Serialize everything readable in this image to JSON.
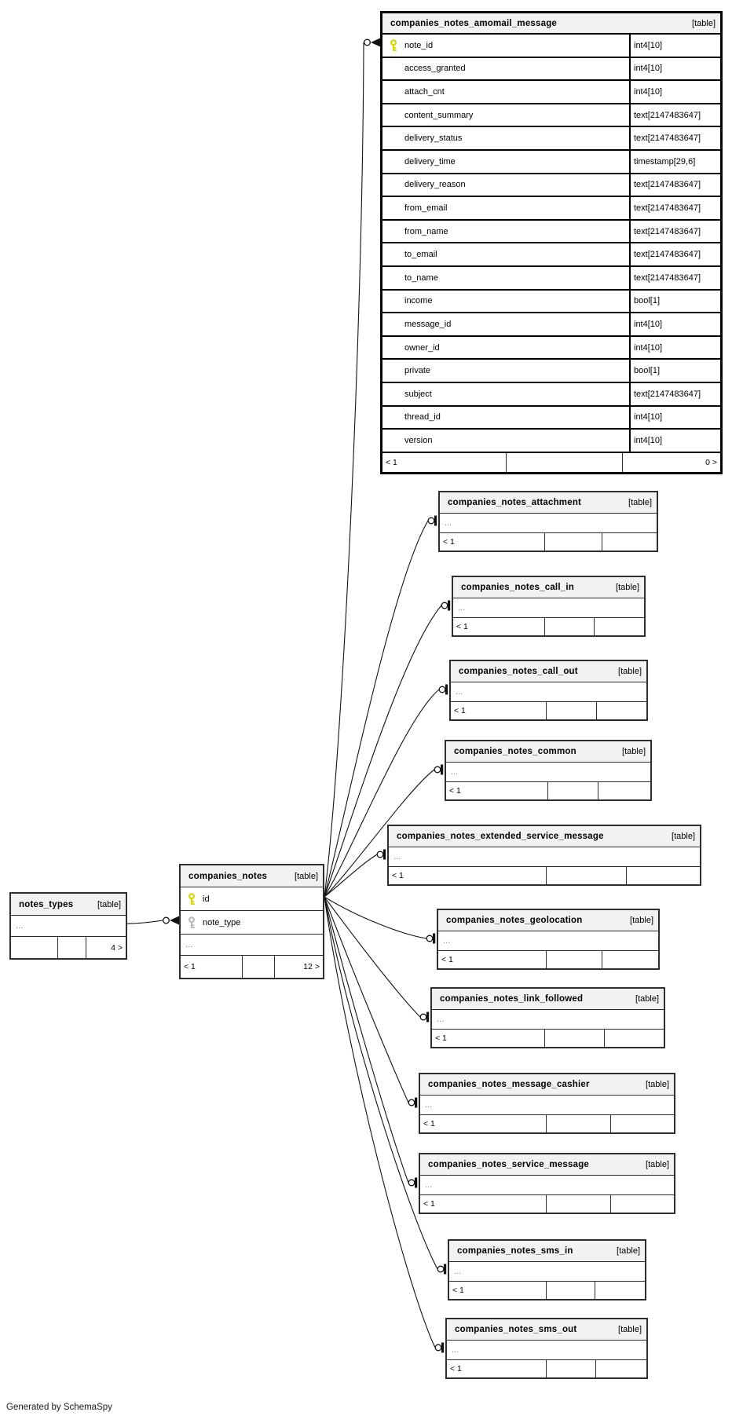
{
  "app": {
    "footer_note": "Generated by SchemaSpy"
  },
  "colors": {
    "primary_key": "#d6d600",
    "secondary_key": "#b8b8b8",
    "header_bg": "#f2f2f2",
    "border": "#000000"
  },
  "tables": [
    {
      "name": "companies_notes_amomail_message",
      "badge": "[table]",
      "columns": [
        {
          "name": "note_id",
          "type": "int4[10]",
          "icon": "primary-key"
        },
        {
          "name": "access_granted",
          "type": "int4[10]"
        },
        {
          "name": "attach_cnt",
          "type": "int4[10]"
        },
        {
          "name": "content_summary",
          "type": "text[2147483647]"
        },
        {
          "name": "delivery_status",
          "type": "text[2147483647]"
        },
        {
          "name": "delivery_time",
          "type": "timestamp[29,6]"
        },
        {
          "name": "delivery_reason",
          "type": "text[2147483647]"
        },
        {
          "name": "from_email",
          "type": "text[2147483647]"
        },
        {
          "name": "from_name",
          "type": "text[2147483647]"
        },
        {
          "name": "to_email",
          "type": "text[2147483647]"
        },
        {
          "name": "to_name",
          "type": "text[2147483647]"
        },
        {
          "name": "income",
          "type": "bool[1]"
        },
        {
          "name": "message_id",
          "type": "int4[10]"
        },
        {
          "name": "owner_id",
          "type": "int4[10]"
        },
        {
          "name": "private",
          "type": "bool[1]"
        },
        {
          "name": "subject",
          "type": "text[2147483647]"
        },
        {
          "name": "thread_id",
          "type": "int4[10]"
        },
        {
          "name": "version",
          "type": "int4[10]"
        }
      ],
      "footer": {
        "left": "< 1",
        "mid": "",
        "right": "0 >"
      }
    },
    {
      "name": "companies_notes_attachment",
      "badge": "[table]",
      "dots": "...",
      "footer": {
        "left": "< 1",
        "mid": "",
        "right": ""
      }
    },
    {
      "name": "companies_notes_call_in",
      "badge": "[table]",
      "dots": "...",
      "footer": {
        "left": "< 1",
        "mid": "",
        "right": ""
      }
    },
    {
      "name": "companies_notes_call_out",
      "badge": "[table]",
      "dots": "...",
      "footer": {
        "left": "< 1",
        "mid": "",
        "right": ""
      }
    },
    {
      "name": "companies_notes_common",
      "badge": "[table]",
      "dots": "...",
      "footer": {
        "left": "< 1",
        "mid": "",
        "right": ""
      }
    },
    {
      "name": "companies_notes_extended_service_message",
      "badge": "[table]",
      "dots": "...",
      "footer": {
        "left": "< 1",
        "mid": "",
        "right": ""
      }
    },
    {
      "name": "companies_notes_geolocation",
      "badge": "[table]",
      "dots": "...",
      "footer": {
        "left": "< 1",
        "mid": "",
        "right": ""
      }
    },
    {
      "name": "companies_notes_link_followed",
      "badge": "[table]",
      "dots": "...",
      "footer": {
        "left": "< 1",
        "mid": "",
        "right": ""
      }
    },
    {
      "name": "companies_notes_message_cashier",
      "badge": "[table]",
      "dots": "...",
      "footer": {
        "left": "< 1",
        "mid": "",
        "right": ""
      }
    },
    {
      "name": "companies_notes_service_message",
      "badge": "[table]",
      "dots": "...",
      "footer": {
        "left": "< 1",
        "mid": "",
        "right": ""
      }
    },
    {
      "name": "companies_notes_sms_in",
      "badge": "[table]",
      "dots": "...",
      "footer": {
        "left": "< 1",
        "mid": "",
        "right": ""
      }
    },
    {
      "name": "companies_notes_sms_out",
      "badge": "[table]",
      "dots": "...",
      "footer": {
        "left": "< 1",
        "mid": "",
        "right": ""
      }
    },
    {
      "name": "notes_types",
      "badge": "[table]",
      "dots": "...",
      "footer": {
        "left": "",
        "mid": "",
        "right": "4 >"
      }
    },
    {
      "name": "companies_notes",
      "badge": "[table]",
      "columns": [
        {
          "name": "id",
          "type": "",
          "icon": "primary-key"
        },
        {
          "name": "note_type",
          "type": "",
          "icon": "secondary-key"
        }
      ],
      "dots": "...",
      "footer": {
        "left": "< 1",
        "mid": "",
        "right": "12 >"
      }
    }
  ],
  "relationships": [
    {
      "from": "companies_notes.id",
      "to": "companies_notes_amomail_message.note_id"
    },
    {
      "from": "companies_notes.id",
      "to": "companies_notes_attachment"
    },
    {
      "from": "companies_notes.id",
      "to": "companies_notes_call_in"
    },
    {
      "from": "companies_notes.id",
      "to": "companies_notes_call_out"
    },
    {
      "from": "companies_notes.id",
      "to": "companies_notes_common"
    },
    {
      "from": "companies_notes.id",
      "to": "companies_notes_extended_service_message"
    },
    {
      "from": "companies_notes.id",
      "to": "companies_notes_geolocation"
    },
    {
      "from": "companies_notes.id",
      "to": "companies_notes_link_followed"
    },
    {
      "from": "companies_notes.id",
      "to": "companies_notes_message_cashier"
    },
    {
      "from": "companies_notes.id",
      "to": "companies_notes_service_message"
    },
    {
      "from": "companies_notes.id",
      "to": "companies_notes_sms_in"
    },
    {
      "from": "companies_notes.id",
      "to": "companies_notes_sms_out"
    },
    {
      "from": "notes_types",
      "to": "companies_notes.note_type"
    }
  ]
}
